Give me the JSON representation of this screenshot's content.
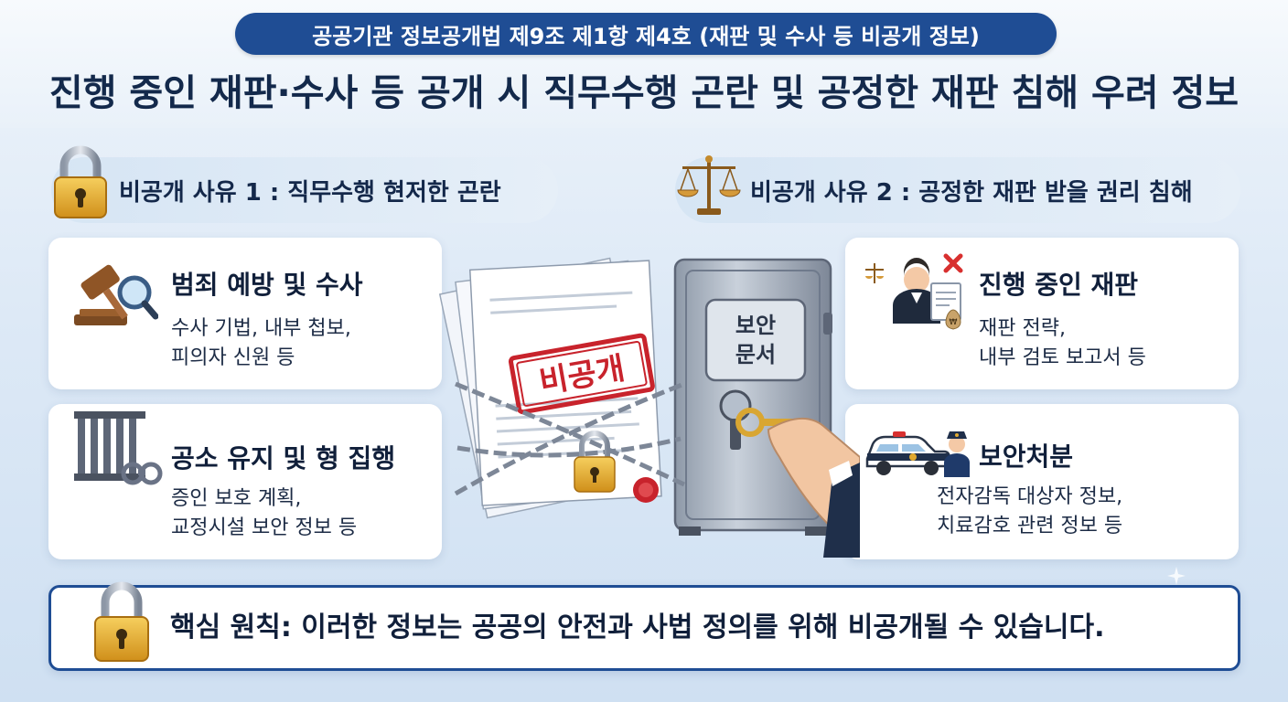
{
  "header": {
    "law_reference": "공공기관 정보공개법 제9조 제1항 제4호 (재판 및 수사 등 비공개 정보)",
    "title": "진행 중인 재판·수사 등 공개 시 직무수행 곤란 및 공정한 재판 침해 우려 정보"
  },
  "reasons": [
    {
      "label": "비공개 사유 1 : 직무수행 현저한 곤란",
      "icon": "padlock-icon"
    },
    {
      "label": "비공개 사유 2 : 공정한 재판 받을 권리 침해",
      "icon": "scales-icon"
    }
  ],
  "cards": {
    "crime_prevention": {
      "title": "범죄 예방 및 수사",
      "desc_1": "수사 기법, 내부 첩보,",
      "desc_2": "피의자 신원 등",
      "icon": "gavel-magnifier-icon"
    },
    "prosecution": {
      "title": "공소 유지 및 형 집행",
      "desc_1": "증인 보호 계획,",
      "desc_2": "교정시설 보안 정보 등",
      "icon": "jail-bars-handcuffs-icon"
    },
    "ongoing_trial": {
      "title": "진행 중인 재판",
      "desc_1": "재판 전략,",
      "desc_2": "내부 검토 보고서 등",
      "icon": "judge-document-icon"
    },
    "security_measures": {
      "title": "보안처분",
      "desc_1": "전자감독 대상자 정보,",
      "desc_2": "치료감호 관련 정보 등",
      "icon": "police-car-officer-icon"
    }
  },
  "illustration": {
    "stamp_text": "비공개",
    "safe_label_1": "보안",
    "safe_label_2": "문서",
    "money_bag_text": "₩"
  },
  "footer": {
    "principle": "핵심 원칙: 이러한 정보는 공공의 안전과 사법 정의를 위해 비공개될 수 있습니다.",
    "icon": "padlock-icon"
  },
  "colors": {
    "navy": "#1f4d94",
    "stamp_red": "#c8232c",
    "lock_gold": "#e0a930",
    "background": "#dde9f6"
  }
}
